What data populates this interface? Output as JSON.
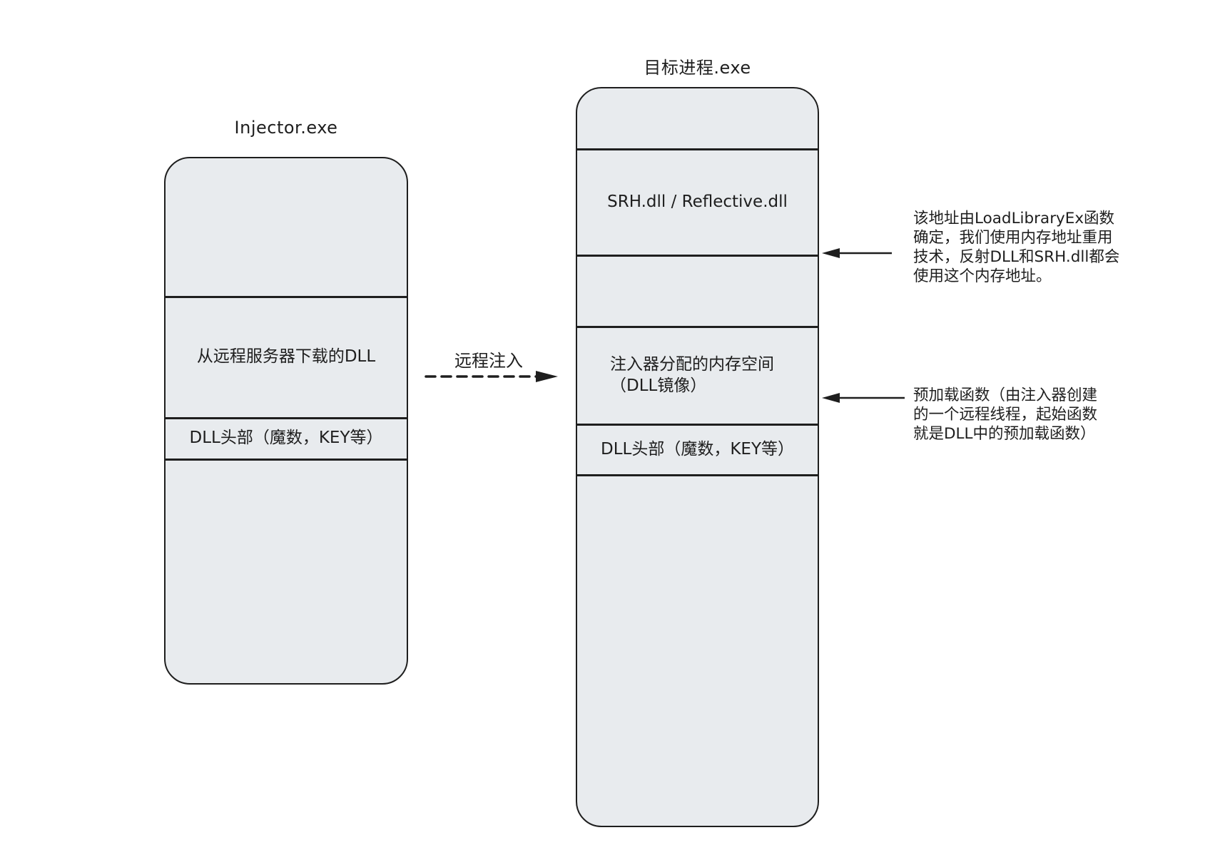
{
  "diagram": {
    "injector": {
      "title": "Injector.exe",
      "sections": {
        "downloaded_dll": "从远程服务器下载的DLL",
        "dll_header": "DLL头部（魔数，KEY等）"
      }
    },
    "target": {
      "title": "目标进程.exe",
      "sections": {
        "srh_reflective": "SRH.dll / Reflective.dll",
        "allocated_memory": "注入器分配的内存空间\n（DLL镜像）",
        "dll_header": "DLL头部（魔数，KEY等）"
      }
    },
    "arrows": {
      "remote_inject_label": "远程注入"
    },
    "annotations": {
      "address_note": "该地址由LoadLibraryEx函数\n确定，我们使用内存地址重用\n技术，反射DLL和SRH.dll都会\n使用这个内存地址。",
      "preload_note": "预加载函数（由注入器创建\n的一个远程线程，起始函数\n就是DLL中的预加载函数）"
    },
    "colors": {
      "box_fill": "#e8ebee",
      "stroke": "#1e1e1e",
      "background": "#ffffff"
    }
  }
}
